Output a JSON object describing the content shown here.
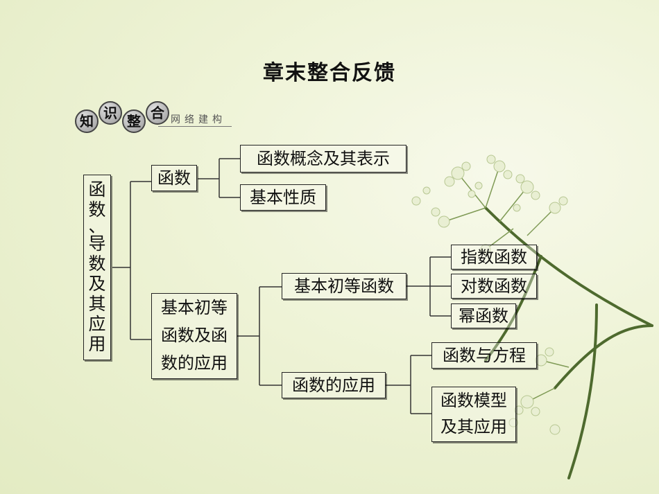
{
  "title": "章末整合反馈",
  "badges": [
    "知",
    "识",
    "整",
    "合"
  ],
  "subtitle": "网络建构",
  "diagram": {
    "root": "函数、导数及其应用",
    "functions": "函数",
    "concept": "函数概念及其表示",
    "properties": "基本性质",
    "elementary_apps": "基本初等函数及函数的应用",
    "elementary_apps_lines": [
      "基本初等",
      "函数及函",
      "数的应用"
    ],
    "basic_elementary": "基本初等函数",
    "exponential": "指数函数",
    "logarithmic": "对数函数",
    "power": "幂函数",
    "applications": "函数的应用",
    "equations": "函数与方程",
    "models_lines": [
      "函数模型",
      "及其应用"
    ]
  }
}
